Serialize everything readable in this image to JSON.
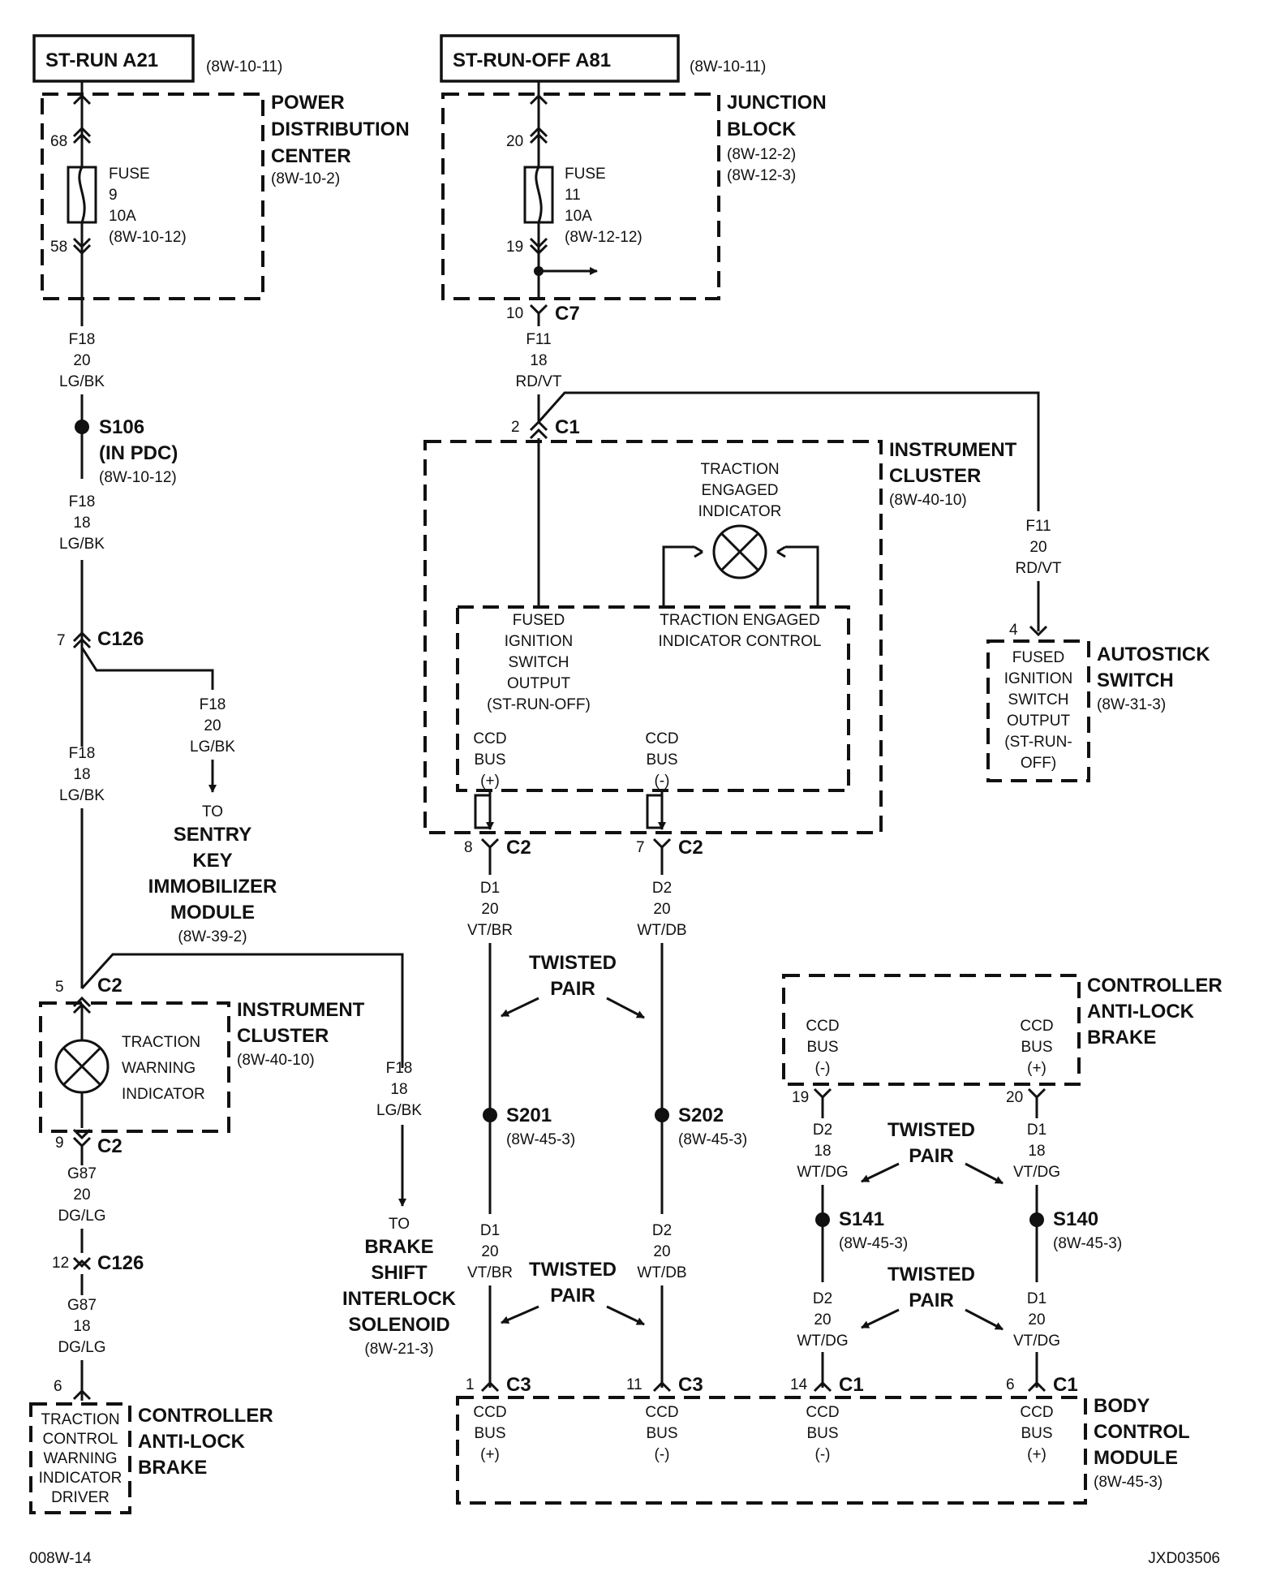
{
  "page": {
    "footer_left": "008W-14",
    "footer_right": "JXD03506"
  },
  "sources": {
    "st_run": {
      "label": "ST-RUN A21",
      "ref": "(8W-10-11)"
    },
    "st_run_off": {
      "label": "ST-RUN-OFF A81",
      "ref": "(8W-10-11)"
    }
  },
  "pdc": {
    "title": [
      "POWER",
      "DISTRIBUTION",
      "CENTER"
    ],
    "ref": "(8W-10-2)",
    "pin_in": "68",
    "pin_out": "58",
    "fuse": [
      "FUSE",
      "9",
      "10A",
      "(8W-10-12)"
    ]
  },
  "jb": {
    "title": [
      "JUNCTION",
      "BLOCK"
    ],
    "refs": [
      "(8W-12-2)",
      "(8W-12-3)"
    ],
    "pin_in": "20",
    "pin_out": "19",
    "fuse": [
      "FUSE",
      "11",
      "10A",
      "(8W-12-12)"
    ],
    "c7_pin": "10",
    "c7": "C7"
  },
  "wires": {
    "f18_20": [
      "F18",
      "20",
      "LG/BK"
    ],
    "f18_18a": [
      "F18",
      "18",
      "LG/BK"
    ],
    "f18_20b": [
      "F18",
      "20",
      "LG/BK"
    ],
    "f18_18b": [
      "F18",
      "18",
      "LG/BK"
    ],
    "f18_18c": [
      "F18",
      "18",
      "LG/BK"
    ],
    "f11_18": [
      "F11",
      "18",
      "RD/VT"
    ],
    "f11_20": [
      "F11",
      "20",
      "RD/VT"
    ],
    "g87_20": [
      "G87",
      "20",
      "DG/LG"
    ],
    "g87_18": [
      "G87",
      "18",
      "DG/LG"
    ],
    "d1_a": [
      "D1",
      "20",
      "VT/BR"
    ],
    "d2_a": [
      "D2",
      "20",
      "WT/DB"
    ],
    "d1_b": [
      "D1",
      "20",
      "VT/BR"
    ],
    "d2_b": [
      "D2",
      "20",
      "WT/DB"
    ],
    "d2_c": [
      "D2",
      "18",
      "WT/DG"
    ],
    "d1_c": [
      "D1",
      "18",
      "VT/DG"
    ],
    "d2_d": [
      "D2",
      "20",
      "WT/DG"
    ],
    "d1_d": [
      "D1",
      "20",
      "VT/DG"
    ]
  },
  "splices": {
    "s106": {
      "label": "S106",
      "sub": "(IN PDC)",
      "ref": "(8W-10-12)"
    },
    "s201": {
      "label": "S201",
      "ref": "(8W-45-3)"
    },
    "s202": {
      "label": "S202",
      "ref": "(8W-45-3)"
    },
    "s141": {
      "label": "S141",
      "ref": "(8W-45-3)"
    },
    "s140": {
      "label": "S140",
      "ref": "(8W-45-3)"
    }
  },
  "connectors": {
    "c126a": {
      "pin": "7",
      "label": "C126"
    },
    "c2_left_top": {
      "pin": "5",
      "label": "C2"
    },
    "c2_left_bot": {
      "pin": "9",
      "label": "C2"
    },
    "c126b": {
      "pin": "12",
      "label": "C126"
    },
    "abs_left_pin": "6",
    "c1_top": {
      "pin": "2",
      "label": "C1"
    },
    "c2_a": {
      "pin": "8",
      "label": "C2"
    },
    "c2_b": {
      "pin": "7",
      "label": "C2"
    },
    "autostick_pin": "4",
    "abs_right_19": "19",
    "abs_right_20": "20",
    "bcm_c3a": {
      "pin": "1",
      "label": "C3"
    },
    "bcm_c3b": {
      "pin": "11",
      "label": "C3"
    },
    "bcm_c1a": {
      "pin": "14",
      "label": "C1"
    },
    "bcm_c1b": {
      "pin": "6",
      "label": "C1"
    }
  },
  "sentry": {
    "to": "TO",
    "name": [
      "SENTRY",
      "KEY",
      "IMMOBILIZER",
      "MODULE"
    ],
    "ref": "(8W-39-2)"
  },
  "brake_shift": {
    "to": "TO",
    "name": [
      "BRAKE",
      "SHIFT",
      "INTERLOCK",
      "SOLENOID"
    ],
    "ref": "(8W-21-3)"
  },
  "cluster_left": {
    "title": [
      "INSTRUMENT",
      "CLUSTER"
    ],
    "ref": "(8W-40-10)",
    "lamp": [
      "TRACTION",
      "WARNING",
      "INDICATOR"
    ]
  },
  "abs_left": {
    "title": [
      "CONTROLLER",
      "ANTI-LOCK",
      "BRAKE"
    ],
    "inner": [
      "TRACTION",
      "CONTROL",
      "WARNING",
      "INDICATOR",
      "DRIVER"
    ]
  },
  "cluster_main": {
    "title": [
      "INSTRUMENT",
      "CLUSTER"
    ],
    "ref": "(8W-40-10)",
    "lamp": [
      "TRACTION",
      "ENGAGED",
      "INDICATOR"
    ],
    "fused": [
      "FUSED",
      "IGNITION",
      "SWITCH",
      "OUTPUT",
      "(ST-RUN-OFF)"
    ],
    "control": [
      "TRACTION ENGAGED",
      "INDICATOR CONTROL"
    ],
    "bus_pos": [
      "CCD",
      "BUS",
      "(+)"
    ],
    "bus_neg": [
      "CCD",
      "BUS",
      "(-)"
    ]
  },
  "autostick": {
    "title": [
      "AUTOSTICK",
      "SWITCH"
    ],
    "ref": "(8W-31-3)",
    "inner": [
      "FUSED",
      "IGNITION",
      "SWITCH",
      "OUTPUT",
      "(ST-RUN-",
      "OFF)"
    ]
  },
  "abs_right": {
    "title": [
      "CONTROLLER",
      "ANTI-LOCK",
      "BRAKE"
    ],
    "bus_neg": [
      "CCD",
      "BUS",
      "(-)"
    ],
    "bus_pos": [
      "CCD",
      "BUS",
      "(+)"
    ]
  },
  "twisted": [
    "TWISTED",
    "PAIR"
  ],
  "bcm": {
    "title": [
      "BODY",
      "CONTROL",
      "MODULE"
    ],
    "ref": "(8W-45-3)",
    "bus1": [
      "CCD",
      "BUS",
      "(+)"
    ],
    "bus2": [
      "CCD",
      "BUS",
      "(-)"
    ],
    "bus3": [
      "CCD",
      "BUS",
      "(-)"
    ],
    "bus4": [
      "CCD",
      "BUS",
      "(+)"
    ]
  }
}
